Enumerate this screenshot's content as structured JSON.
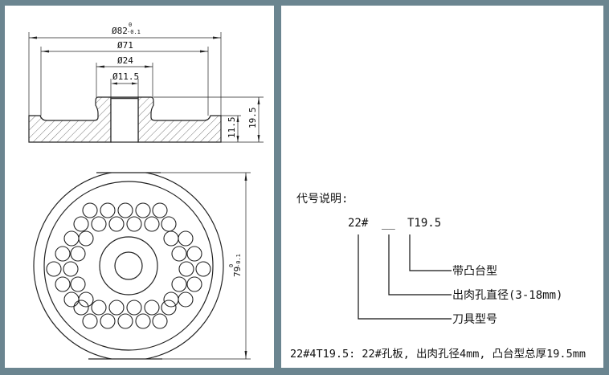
{
  "section_view": {
    "dims": {
      "outer_dia": "Ø82",
      "outer_tol_upper": "0",
      "outer_tol_lower": "-0.1",
      "recess_dia": "Ø71",
      "boss_dia": "Ø24",
      "bore_dia": "Ø11.5",
      "base_height": "11.5",
      "total_height": "19.5"
    }
  },
  "plan_view": {
    "flat_dim": "79",
    "flat_tol_upper": "0",
    "flat_tol_lower": "-0.1",
    "hole_count": 42
  },
  "legend": {
    "title": "代号说明:",
    "code_part_1": "22#",
    "code_part_2": "__",
    "code_part_3": "T19.5",
    "label_1": "带凸台型",
    "label_2": "出肉孔直径(3-18mm)",
    "label_3": "刀具型号",
    "example": "22#4T19.5: 22#孔板, 出肉孔径4mm, 凸台型总厚19.5mm"
  },
  "colors": {
    "frame": "#6b8590",
    "panel": "#ffffff",
    "ink": "#111111"
  }
}
